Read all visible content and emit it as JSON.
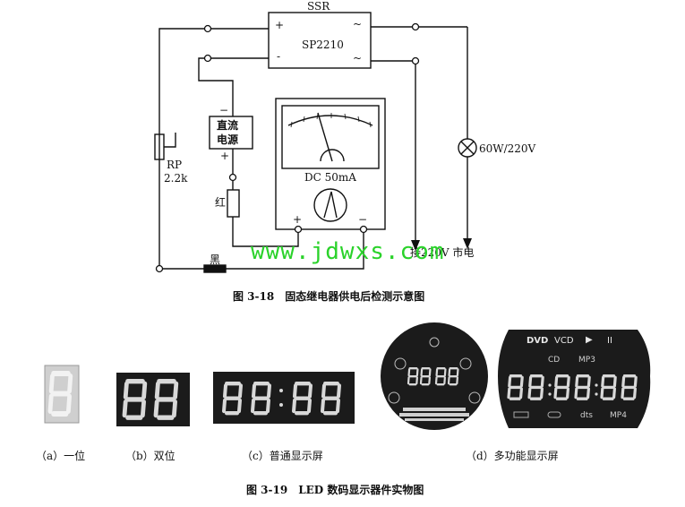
{
  "circuit": {
    "ssr_label": "SSR",
    "ssr_model": "SP2210",
    "ssr_plus": "+",
    "ssr_minus": "-",
    "ssr_tilde": "~",
    "dc_supply": [
      "直流",
      "电源"
    ],
    "supply_minus": "−",
    "supply_plus": "+",
    "pot_label": "RP",
    "pot_value": "2.2k",
    "red_lead": "红",
    "black_lead": "黑",
    "meter_label": "DC 50mA",
    "meter_plus": "+",
    "meter_minus": "−",
    "lamp_label": "60W/220V",
    "mains_label": "接220V 市电",
    "watermark": "www.jdwxs.com"
  },
  "figure1_caption": "图 3-18　固态继电器供电后检测示意图",
  "panels": [
    {
      "label": "（a）一位",
      "display": "8"
    },
    {
      "label": "（b）双位",
      "display": "88"
    },
    {
      "label": "（c）普通显示屏",
      "display": "8.8:8.8."
    },
    {
      "label": "（d）多功能显示屏",
      "display": "88:88 / 8.8:8.8:8.8"
    }
  ],
  "multi_display": {
    "dvd": "DVD",
    "vcd": "VCD",
    "play": "▶",
    "pause": "II",
    "cd": "CD",
    "mp3": "MP3",
    "mp4": "MP4",
    "dts": "dts"
  },
  "figure2_caption": "图 3-19　LED 数码显示器件实物图",
  "colors": {
    "segment_on": "#d8d8d8",
    "device_body": "#1b1b1b",
    "watermark": "#2ad22a"
  }
}
